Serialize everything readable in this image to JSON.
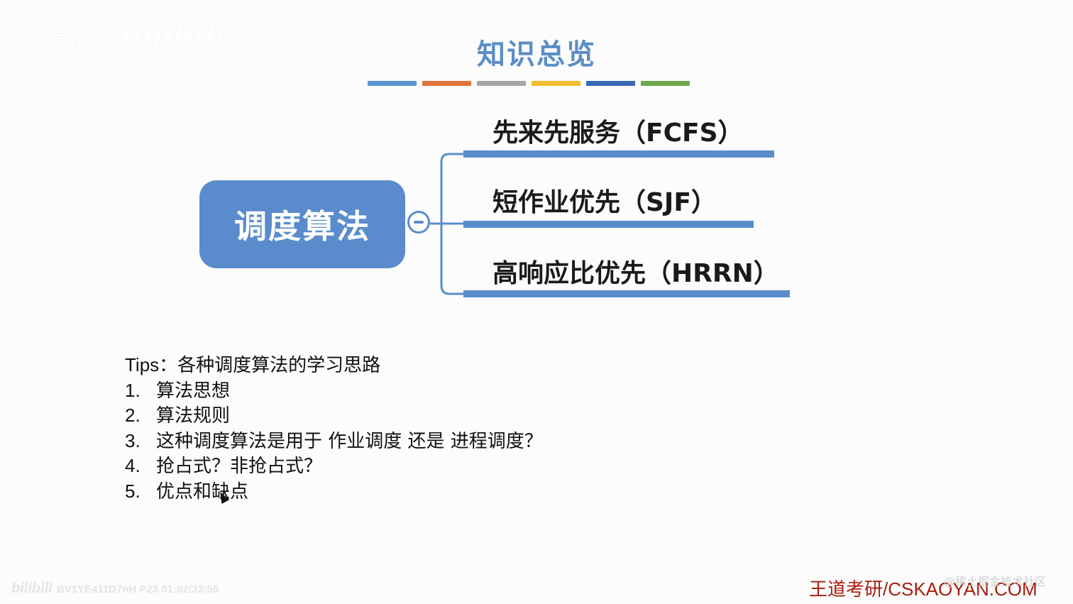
{
  "watermark_top": {
    "channel": "王道论坛",
    "site": "bilibili"
  },
  "slide": {
    "title": "知识总览",
    "color_bars": [
      "#5b95d1",
      "#e0743b",
      "#a5a5a5",
      "#f3bd2d",
      "#3a6ab5",
      "#6da84b"
    ]
  },
  "mindmap": {
    "root": "调度算法",
    "branches": [
      {
        "label": "先来先服务（FCFS）"
      },
      {
        "label": "短作业优先（SJF）"
      },
      {
        "label": "高响应比优先（HRRN）"
      }
    ]
  },
  "tips": {
    "label": "Tips：",
    "heading": "各种调度算法的学习思路",
    "items": [
      {
        "num": "1.",
        "text": "算法思想"
      },
      {
        "num": "2.",
        "text": "算法规则"
      },
      {
        "num": "3.",
        "text": "这种调度算法是用于 作业调度 还是 进程调度？"
      },
      {
        "num": "4.",
        "text": "抢占式？非抢占式？"
      },
      {
        "num": "5.",
        "text": "优点和缺点"
      }
    ]
  },
  "watermark_bottom": {
    "site": "bilibili",
    "video_info": "BV1YE411D7nH P23 01:02/33:56"
  },
  "footer": {
    "brand": "王道考研/CSKAOYAN.COM",
    "credit": "@稀土掘金技术社区"
  }
}
